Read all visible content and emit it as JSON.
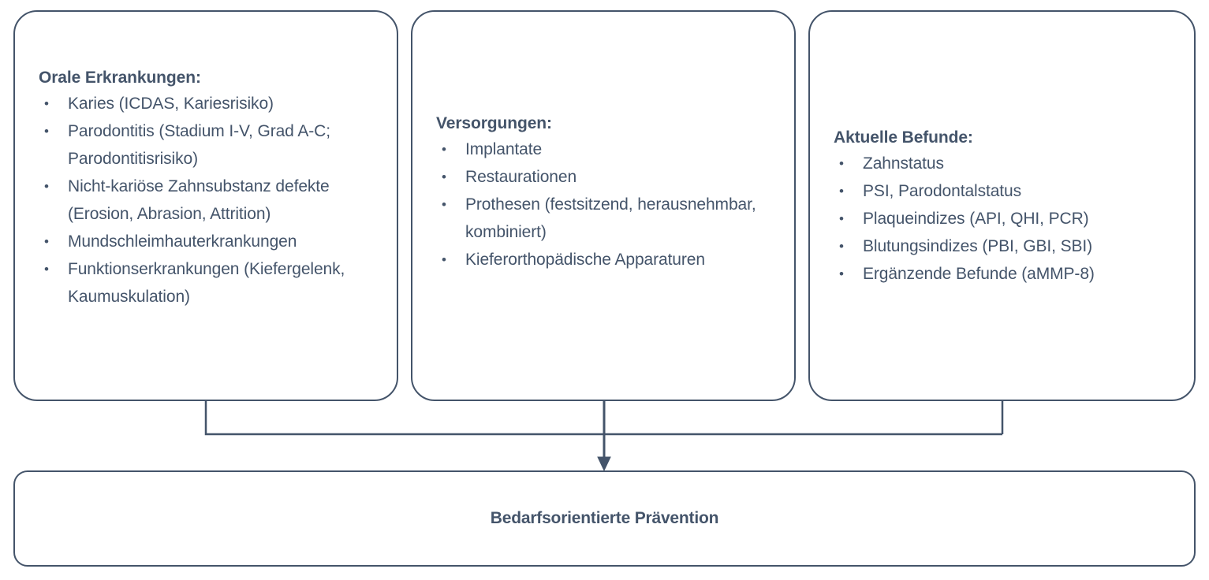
{
  "diagram": {
    "type": "flowchart",
    "title_text": "Bedarfsorientierte Prävention",
    "accent_color": "#44546A",
    "background_color": "#FFFFFF",
    "boxes": [
      {
        "id": "oral",
        "heading": "Orale Erkrankungen:",
        "items": [
          "Karies (ICDAS, Kariesrisiko)",
          "Parodontitis (Stadium I-V, Grad A-C; Parodontitisrisiko)",
          "Nicht-kariöse Zahnsubstanz defekte (Erosion, Abrasion, Attrition)",
          "Mundschleimhauterkrankungen",
          "Funktionserkrankungen (Kiefergelenk, Kaumuskulation)"
        ]
      },
      {
        "id": "versorgungen",
        "heading": "Versorgungen:",
        "items": [
          "Implantate",
          "Restaurationen",
          "Prothesen (festsitzend, herausnehmbar, kombiniert)",
          "Kieferorthopädische Apparaturen"
        ]
      },
      {
        "id": "befunde",
        "heading": "Aktuelle Befunde:",
        "items": [
          "Zahnstatus",
          "PSI, Parodontalstatus",
          "Plaqueindizes (API, QHI, PCR)",
          "Blutungsindizes (PBI, GBI, SBI)",
          "Ergänzende Befunde (aMMP-8)"
        ]
      }
    ],
    "result_box": {
      "id": "praevention",
      "label": "Bedarfsorientierte Prävention"
    },
    "bullet_glyph": "•",
    "connector": {
      "description": "three top boxes join a horizontal bus that feeds a downward arrow into the result box",
      "arrow_direction": "down"
    }
  }
}
